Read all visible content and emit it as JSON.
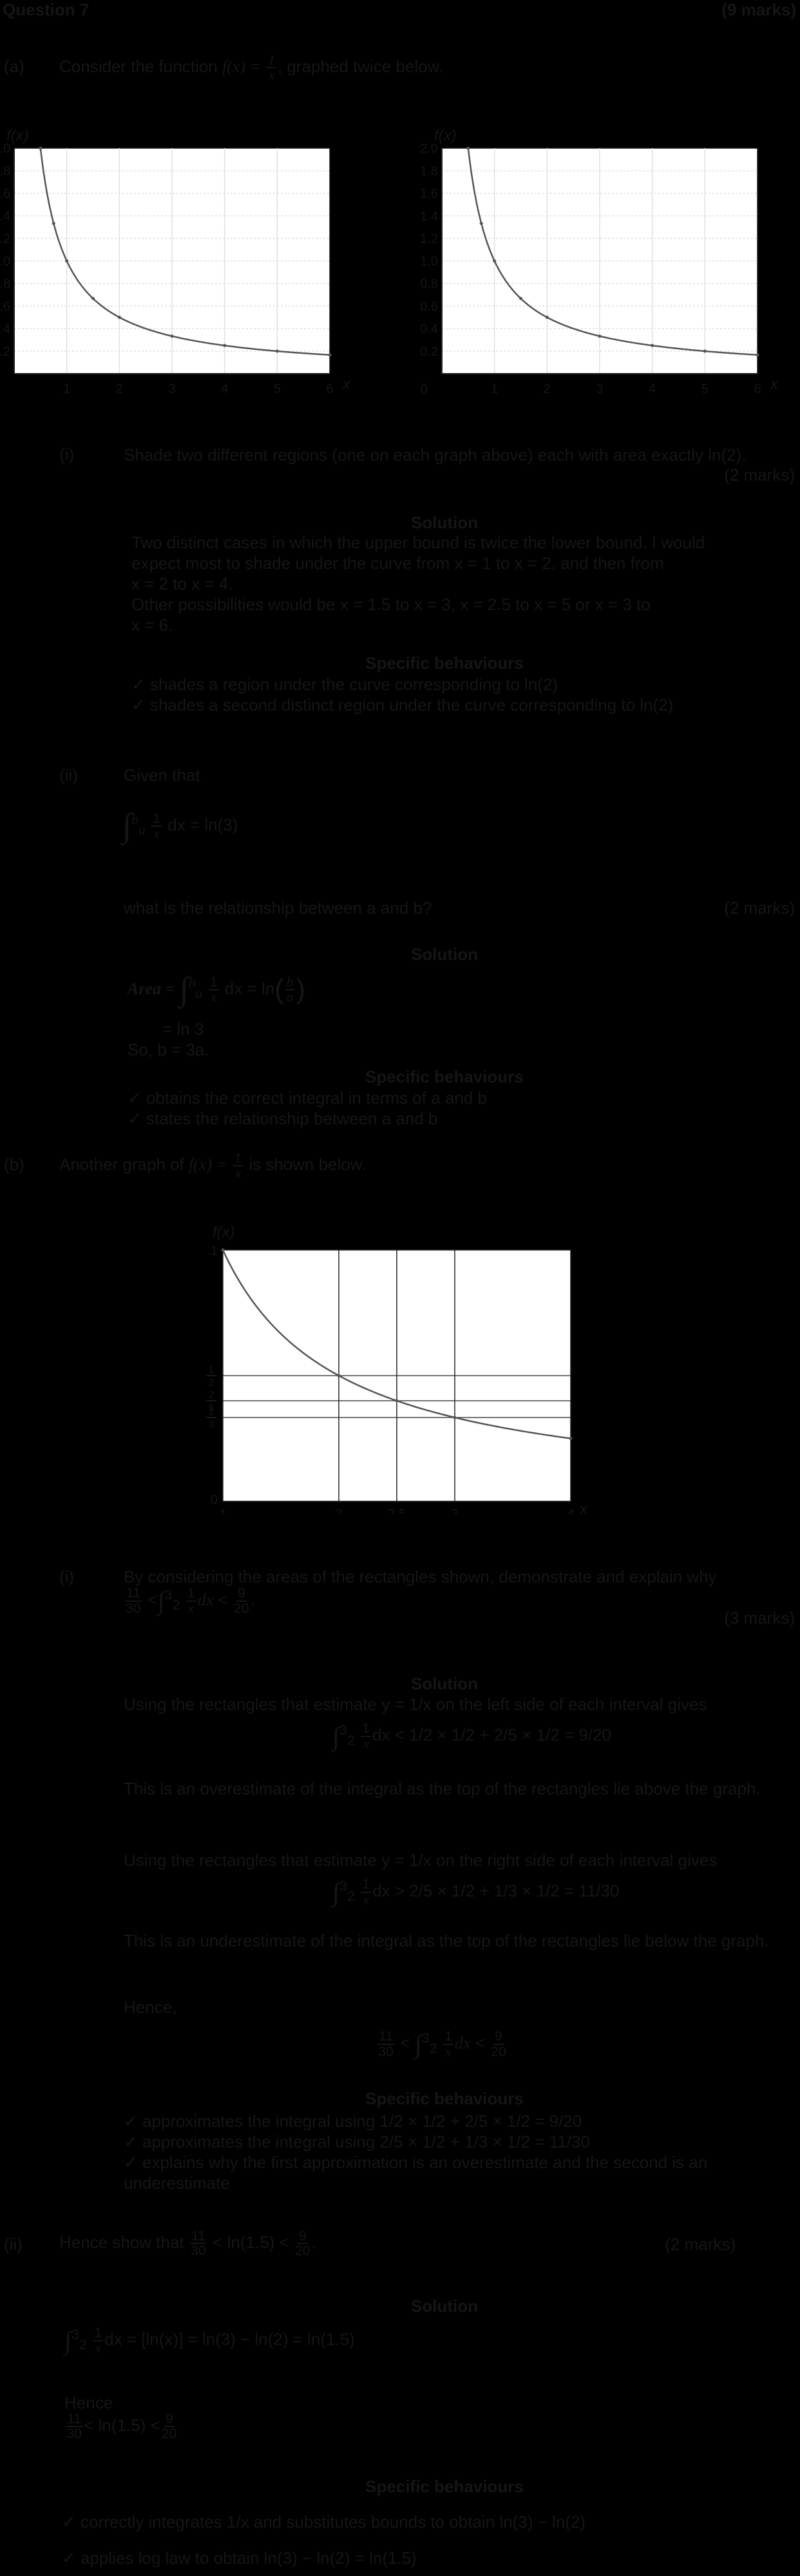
{
  "header": {
    "question": "Question 7",
    "marks": "(9 marks)"
  },
  "part_a": {
    "label": "(a)",
    "intro": "Consider the function",
    "func_lhs": "f(x) =",
    "func_num": "1",
    "func_den": "x",
    "intro_end": ", graphed twice below."
  },
  "graph_top": {
    "ylabel": "f(x)",
    "xlabel": "x",
    "y_ticks": [
      "2.0",
      "1.8",
      "1.6",
      "1.4",
      "1.2",
      "1.0",
      "0.8",
      "0.6",
      "0.4",
      "0.2"
    ],
    "x_ticks": [
      "0",
      "1",
      "2",
      "3",
      "4",
      "5",
      "6"
    ]
  },
  "chart_data": [
    {
      "type": "line",
      "function": "1/x",
      "x_range": [
        0,
        6
      ],
      "ylim": [
        0,
        2.0
      ],
      "grid": true,
      "ylabel": "f(x)",
      "xlabel": "x",
      "x": [
        0.5,
        0.75,
        1,
        1.5,
        2,
        3,
        4,
        5,
        6
      ],
      "y": [
        2.0,
        1.333,
        1.0,
        0.667,
        0.5,
        0.333,
        0.25,
        0.2,
        0.167
      ]
    },
    {
      "type": "line",
      "function": "1/x",
      "x_range": [
        0,
        6
      ],
      "ylim": [
        0,
        2.0
      ],
      "grid": true,
      "ylabel": "f(x)",
      "xlabel": "x",
      "x": [
        0.5,
        0.75,
        1,
        1.5,
        2,
        3,
        4,
        5,
        6
      ],
      "y": [
        2.0,
        1.333,
        1.0,
        0.667,
        0.5,
        0.333,
        0.25,
        0.2,
        0.167
      ]
    },
    {
      "type": "line",
      "function": "1/x",
      "x_range": [
        1,
        4
      ],
      "ylim": [
        0,
        1
      ],
      "grid": false,
      "ylabel": "f(x)",
      "xlabel": "x",
      "x": [
        1,
        2,
        2.5,
        3,
        4
      ],
      "y": [
        1,
        0.5,
        0.4,
        0.333,
        0.25
      ]
    }
  ],
  "part_a_i": {
    "label": "(i)",
    "question": "Shade two different regions (one on each graph above) each with area exactly ln(2).",
    "marks": "(2 marks)",
    "solution_title": "Solution",
    "solution_lines": [
      "Two distinct cases in which the upper bound is twice the lower bound. I would",
      "expect most to shade under the curve from x = 1 to x = 2, and then from",
      "x = 2 to x = 4.",
      "Other possibilities would be x = 1.5 to x = 3, x = 2.5 to x = 5 or x = 3 to",
      "x = 6."
    ],
    "behaviours_title": "Specific behaviours",
    "behaviours": [
      "shades a region under the curve corresponding to ln(2)",
      "shades a second distinct region under the curve corresponding to ln(2)"
    ]
  },
  "part_a_ii": {
    "label": "(ii)",
    "given": "Given that",
    "integral_text": "dx = ln(3)",
    "question": "what is the relationship between a and b?",
    "marks": "(2 marks)",
    "solution_title": "Solution",
    "area_label": "Area =",
    "area_rhs": "dx = ln",
    "eq_ln3": "= ln 3",
    "so": "So, b = 3a.",
    "behaviours_title": "Specific behaviours",
    "behaviours": [
      "obtains the correct integral in terms of a and b",
      "states the relationship between a and b"
    ]
  },
  "part_b": {
    "label": "(b)",
    "intro": "Another graph of",
    "intro_end": "is shown below."
  },
  "graph_b": {
    "ylabel": "f(x)",
    "xlabel": "x",
    "y_top": "1",
    "y_zero": "0",
    "x_ticks": [
      "1",
      "2",
      "2.5",
      "3",
      "4"
    ],
    "y_fracs": [
      [
        "1",
        "2"
      ],
      [
        "2",
        "5"
      ],
      [
        "1",
        "3"
      ]
    ]
  },
  "part_b_i": {
    "label": "(i)",
    "question": "By considering the areas of the rectangles shown, demonstrate and explain why",
    "marks": "(3 marks)",
    "solution_title": "Solution",
    "left_text": "Using the rectangles that estimate y = 1/x on the left side of each interval gives",
    "left_eq": "dx < 1/2 × 1/2 + 2/5 × 1/2 = 9/20",
    "over_text": "This is an overestimate of the integral as the top of the rectangles lie above the graph.",
    "right_text": "Using the rectangles that estimate y = 1/x on the right side of each interval gives",
    "right_eq": "dx > 2/5 × 1/2 + 1/3 × 1/2 = 11/30",
    "under_text": "This is an underestimate of the integral as the top of the rectangles lie below the graph.",
    "hence": "Hence,",
    "behaviours_title": "Specific behaviours",
    "behaviours": [
      "approximates the integral using 1/2 × 1/2 + 2/5 × 1/2 = 9/20",
      "approximates the integral using 2/5 × 1/2 + 1/3 × 1/2 = 11/30",
      "explains why the first approximation is an overestimate and the second is an underestimate"
    ]
  },
  "part_b_ii": {
    "label": "(ii)",
    "question": "Hence show that",
    "marks": "(2 marks)",
    "solution_title": "Solution",
    "line1": "dx = [ln(x)] = ln(3) − ln(2) = ln(1.5)",
    "hence": "Hence",
    "ineq": "< ln(1.5) <",
    "behaviours_title": "Specific behaviours",
    "behaviours": [
      "correctly integrates 1/x and substitutes bounds to obtain ln(3) − ln(2)",
      "applies log law to obtain ln(3) − ln(2) = ln(1.5)"
    ]
  }
}
